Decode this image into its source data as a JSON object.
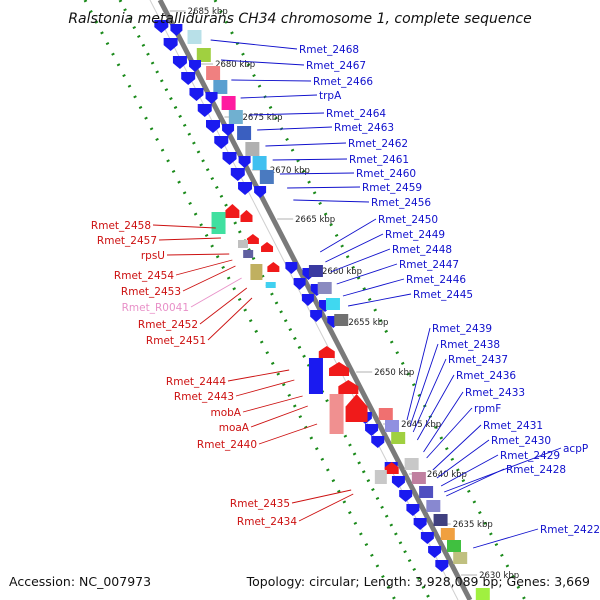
{
  "title": "Ralstonia metallidurans CH34 chromosome 1, complete sequence",
  "footer": {
    "accession": "Accession: NC_007973",
    "summary": "Topology: circular; Length: 3,928,089 bp; Genes: 3,669"
  },
  "colors": {
    "backbone": "#7a7a7a",
    "dots": "#1a8a1a",
    "forward_label": "#1010cc",
    "reverse_label": "#cc1010",
    "rna_label": "#e890c8",
    "forward_gene": "#1a1af0",
    "reverse_gene": "#f01a1a"
  },
  "kbp_ticks": [
    "2685 kbp",
    "2680 kbp",
    "2675 kbp",
    "2670 kbp",
    "2665 kbp",
    "2660 kbp",
    "2655 kbp",
    "2650 kbp",
    "2645 kbp",
    "2640 kbp",
    "2635 kbp",
    "2630 kbp"
  ],
  "forward_labels": [
    "Rmet_2468",
    "Rmet_2467",
    "Rmet_2466",
    "trpA",
    "Rmet_2464",
    "Rmet_2463",
    "Rmet_2462",
    "Rmet_2461",
    "Rmet_2460",
    "Rmet_2459",
    "Rmet_2456",
    "Rmet_2450",
    "Rmet_2449",
    "Rmet_2448",
    "Rmet_2447",
    "Rmet_2446",
    "Rmet_2445",
    "Rmet_2439",
    "Rmet_2438",
    "Rmet_2437",
    "Rmet_2436",
    "Rmet_2433",
    "rpmF",
    "Rmet_2431",
    "Rmet_2430",
    "Rmet_2429",
    "acpP",
    "Rmet_2428",
    "Rmet_2422"
  ],
  "reverse_labels": [
    "Rmet_2458",
    "Rmet_2457",
    "rpsU",
    "Rmet_2454",
    "Rmet_2453",
    "Rmet_R0041",
    "Rmet_2452",
    "Rmet_2451",
    "Rmet_2444",
    "Rmet_2443",
    "mobA",
    "moaA",
    "Rmet_2440",
    "Rmet_2435",
    "Rmet_2434"
  ]
}
